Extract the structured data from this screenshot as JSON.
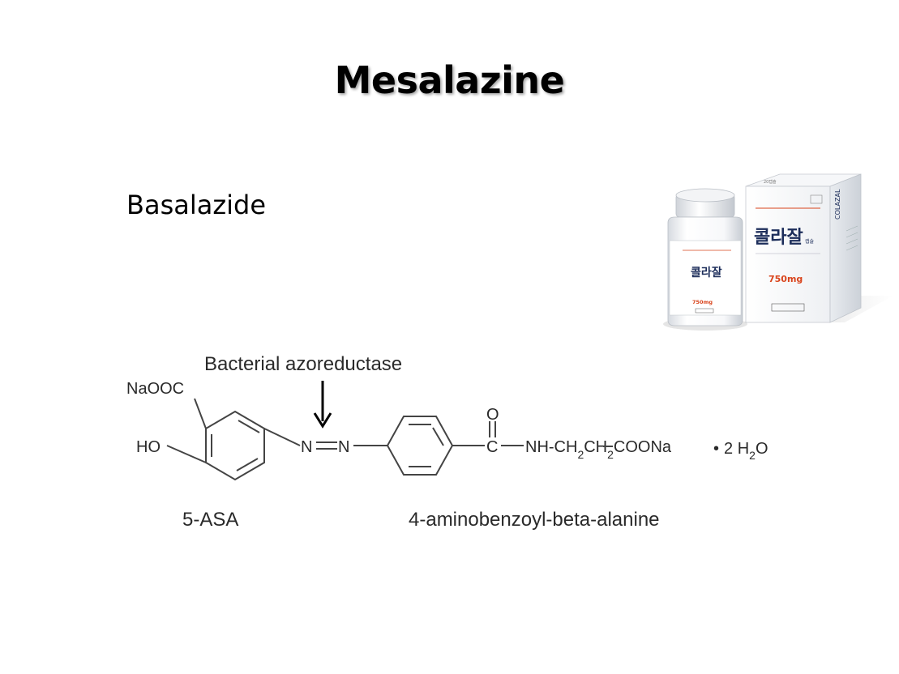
{
  "slide": {
    "title": "Mesalazine",
    "subtitle": "Basalazide"
  },
  "product_photo": {
    "bottle_korean_name": "콜라잘",
    "box_korean_name": "콜라잘",
    "box_suffix": "캡슐",
    "box_strength": "750mg",
    "bottle_strength": "750mg",
    "box_brand": "COLAZAL",
    "accent_color": "#d9441c"
  },
  "structure": {
    "enzyme_label": "Bacterial azoreductase",
    "left_substituent_top": "NaOOC",
    "left_substituent_side": "HO",
    "azo_n1": "N",
    "azo_n2": "N",
    "carbonyl_o": "O",
    "carbonyl_c": "C",
    "chain_nh": "NH-CH",
    "sub_2a": "2",
    "chain_ch": "CH",
    "sub_2b": "2",
    "chain_end": "COONa",
    "hydrate_dot": "•",
    "hydrate_prefix": "2 H",
    "hydrate_sub": "2",
    "hydrate_o": "O",
    "fragment_left": "5-ASA",
    "fragment_right": "4-aminobenzoyl-beta-alanine"
  }
}
